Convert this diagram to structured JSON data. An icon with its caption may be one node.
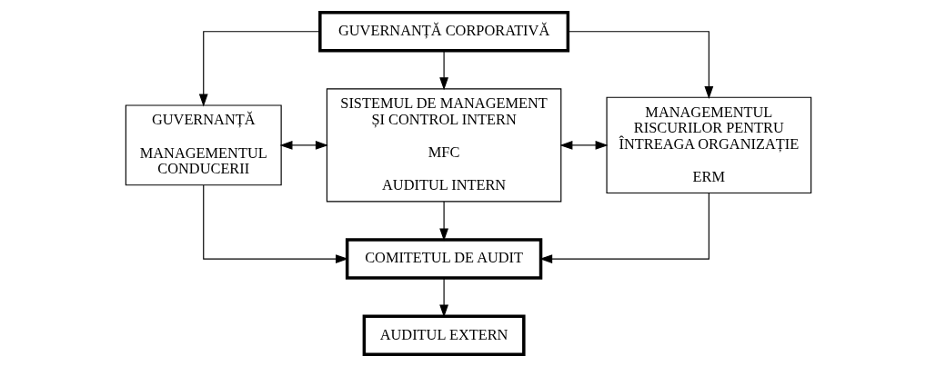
{
  "diagram": {
    "nodes": [
      {
        "text": [
          "GUVERNANȚĂ CORPORATIVĂ"
        ]
      },
      {
        "text": [
          "GUVERNANȚĂ",
          "MANAGEMENTUL CONDUCERII"
        ]
      },
      {
        "text": [
          "SISTEMUL DE MANAGEMENT ȘI CONTROL INTERN",
          "MFC",
          "AUDITUL INTERN"
        ]
      },
      {
        "text": [
          "MANAGEMENTUL RISCURILOR PENTRU ÎNTREAGA ORGANIZAȚIE",
          "ERM"
        ]
      },
      {
        "text": [
          "COMITETUL DE AUDIT"
        ]
      },
      {
        "text": [
          "AUDITUL EXTERN"
        ]
      }
    ],
    "edges": [
      {
        "from": 0,
        "to": 1,
        "arrow": "to"
      },
      {
        "from": 0,
        "to": 2,
        "arrow": "to"
      },
      {
        "from": 0,
        "to": 3,
        "arrow": "to"
      },
      {
        "from": 1,
        "to": 2,
        "arrow": "both"
      },
      {
        "from": 2,
        "to": 3,
        "arrow": "both"
      },
      {
        "from": 1,
        "to": 4,
        "arrow": "to"
      },
      {
        "from": 2,
        "to": 4,
        "arrow": "to"
      },
      {
        "from": 3,
        "to": 4,
        "arrow": "to"
      },
      {
        "from": 4,
        "to": 5,
        "arrow": "to"
      }
    ]
  }
}
